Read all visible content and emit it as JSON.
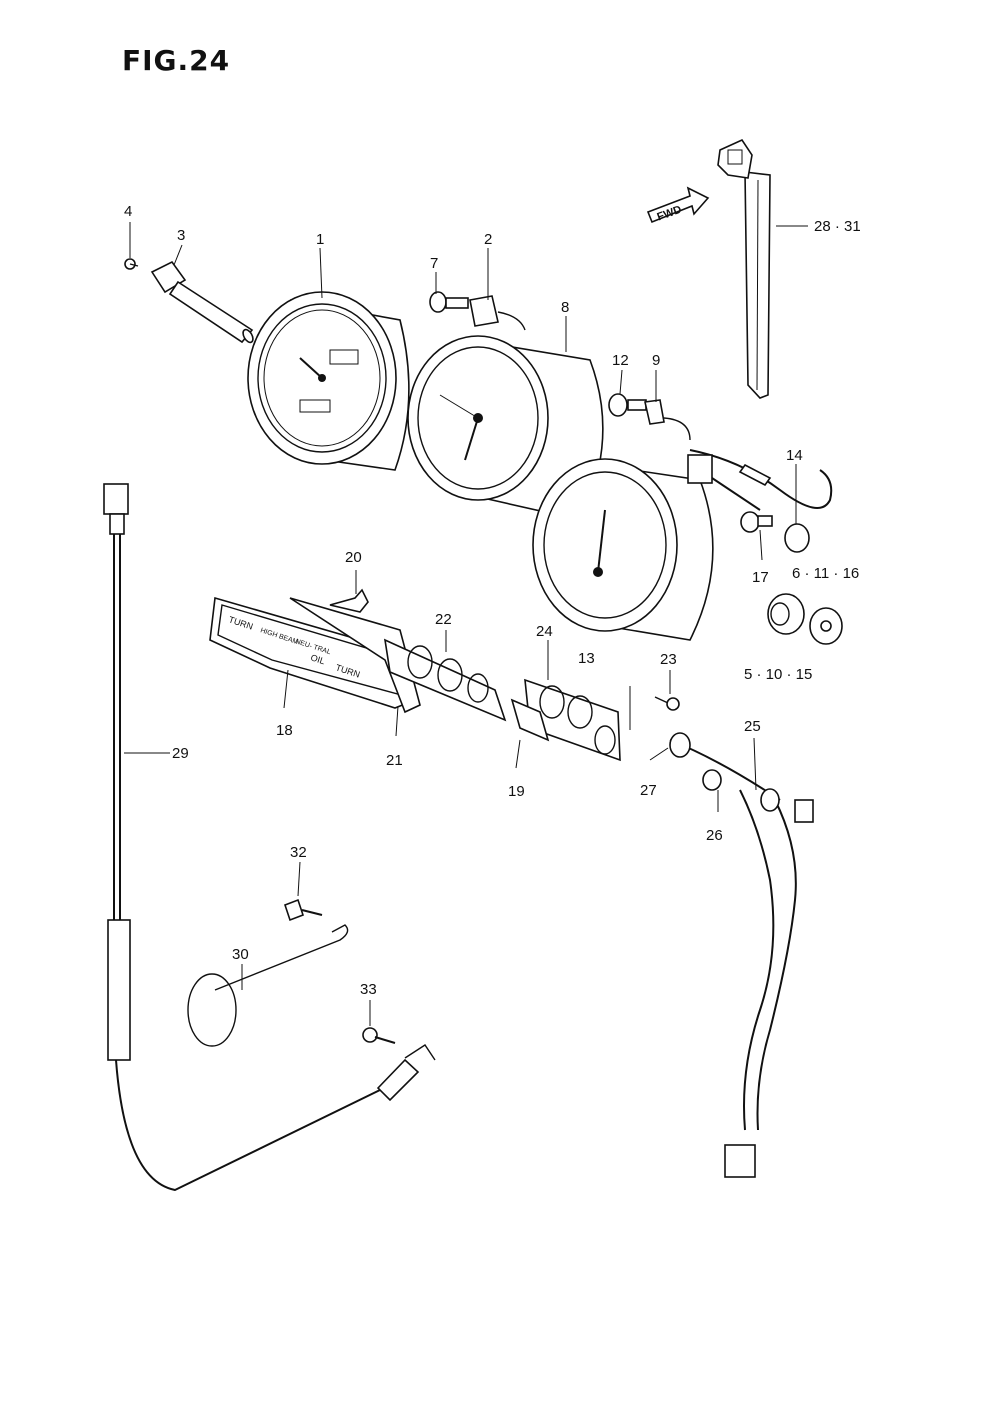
{
  "figure": {
    "title": "FIG.24"
  },
  "part_labels": [
    "1",
    "2",
    "3",
    "4",
    "5 · 10 · 15",
    "6 · 11 · 16",
    "7",
    "8",
    "9",
    "12",
    "13",
    "14",
    "17",
    "18",
    "19",
    "20",
    "21",
    "22",
    "23",
    "24",
    "25",
    "26",
    "27",
    "28 · 31",
    "29",
    "30",
    "32",
    "33"
  ],
  "orientation_tag": "FWD",
  "indicator_panel_text": [
    "TURN",
    "HIGH BEAM",
    "NEU- TRAL",
    "OIL",
    "TURN"
  ]
}
